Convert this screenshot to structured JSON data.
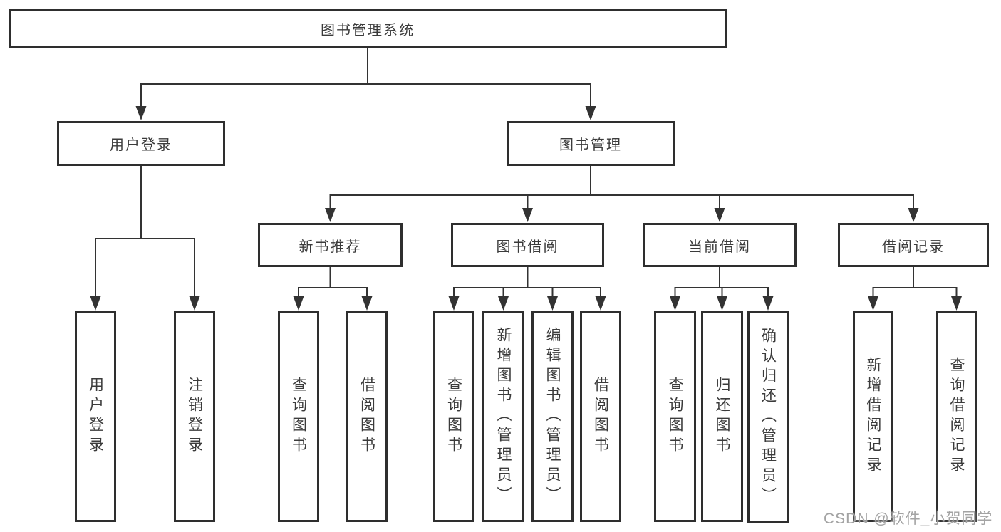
{
  "diagram": {
    "watermark": "CSDN @软件_小贺同学",
    "line_color": "#333333",
    "box_border_color": "#2e2e2e",
    "text_color": "#3b3b3b",
    "nodes": [
      {
        "id": "root",
        "label": "图书管理系统",
        "orientation": "horizontal"
      },
      {
        "id": "user-login",
        "label": "用户登录",
        "orientation": "horizontal"
      },
      {
        "id": "book-mgmt",
        "label": "图书管理",
        "orientation": "horizontal"
      },
      {
        "id": "new-book-rec",
        "label": "新书推荐",
        "orientation": "horizontal"
      },
      {
        "id": "book-borrow",
        "label": "图书借阅",
        "orientation": "horizontal"
      },
      {
        "id": "current-borrow",
        "label": "当前借阅",
        "orientation": "horizontal"
      },
      {
        "id": "borrow-records",
        "label": "借阅记录",
        "orientation": "horizontal"
      },
      {
        "id": "login-v",
        "label": "用户登录",
        "orientation": "vertical"
      },
      {
        "id": "logout-v",
        "label": "注销登录",
        "orientation": "vertical"
      },
      {
        "id": "query-books-1",
        "label": "查询图书",
        "orientation": "vertical"
      },
      {
        "id": "borrow-books-1",
        "label": "借阅图书",
        "orientation": "vertical"
      },
      {
        "id": "query-books-2",
        "label": "查询图书",
        "orientation": "vertical"
      },
      {
        "id": "add-books",
        "label": "新增图书（管理员）",
        "orientation": "vertical"
      },
      {
        "id": "edit-books",
        "label": "编辑图书（管理员）",
        "orientation": "vertical"
      },
      {
        "id": "borrow-books-2",
        "label": "借阅图书",
        "orientation": "vertical"
      },
      {
        "id": "query-books-3",
        "label": "查询图书",
        "orientation": "vertical"
      },
      {
        "id": "return-books",
        "label": "归还图书",
        "orientation": "vertical"
      },
      {
        "id": "confirm-return",
        "label": "确认归还（管理员）",
        "orientation": "vertical"
      },
      {
        "id": "add-borrow-record",
        "label": "新增借阅记录",
        "orientation": "vertical"
      },
      {
        "id": "query-borrow-record",
        "label": "查询借阅记录",
        "orientation": "vertical"
      }
    ],
    "edges": [
      {
        "from": "root",
        "to": [
          "user-login",
          "book-mgmt"
        ]
      },
      {
        "from": "user-login",
        "to": [
          "login-v",
          "logout-v"
        ]
      },
      {
        "from": "book-mgmt",
        "to": [
          "new-book-rec",
          "book-borrow",
          "current-borrow",
          "borrow-records"
        ]
      },
      {
        "from": "new-book-rec",
        "to": [
          "query-books-1",
          "borrow-books-1"
        ]
      },
      {
        "from": "book-borrow",
        "to": [
          "query-books-2",
          "add-books",
          "edit-books",
          "borrow-books-2"
        ]
      },
      {
        "from": "current-borrow",
        "to": [
          "query-books-3",
          "return-books",
          "confirm-return"
        ]
      },
      {
        "from": "borrow-records",
        "to": [
          "add-borrow-record",
          "query-borrow-record"
        ]
      }
    ]
  }
}
